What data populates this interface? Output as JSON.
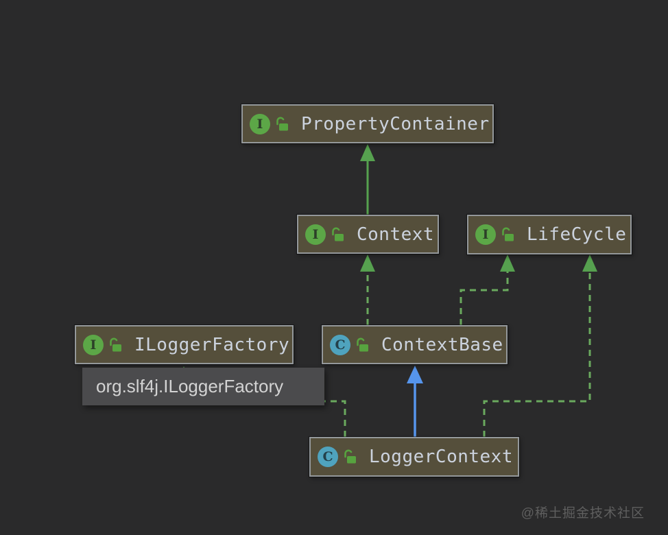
{
  "diagram": {
    "background_color": "#2a2a2b",
    "nodes": [
      {
        "id": "property-container",
        "label": "PropertyContainer",
        "kind": "interface",
        "icon_letter": "I",
        "modifier": "public-unlocked"
      },
      {
        "id": "context",
        "label": "Context",
        "kind": "interface",
        "icon_letter": "I",
        "modifier": "public-unlocked"
      },
      {
        "id": "life-cycle",
        "label": "LifeCycle",
        "kind": "interface",
        "icon_letter": "I",
        "modifier": "public-unlocked"
      },
      {
        "id": "ilogger-factory",
        "label": "ILoggerFactory",
        "kind": "interface",
        "icon_letter": "I",
        "modifier": "public-unlocked"
      },
      {
        "id": "context-base",
        "label": "ContextBase",
        "kind": "class",
        "icon_letter": "C",
        "modifier": "public-unlocked"
      },
      {
        "id": "logger-context",
        "label": "LoggerContext",
        "kind": "class",
        "icon_letter": "C",
        "modifier": "public-unlocked"
      }
    ],
    "edges": [
      {
        "from": "Context",
        "to": "PropertyContainer",
        "relation": "extends",
        "line": "solid",
        "color": "#56a14f"
      },
      {
        "from": "ContextBase",
        "to": "Context",
        "relation": "implements",
        "line": "dashed",
        "color": "#6aa95e"
      },
      {
        "from": "ContextBase",
        "to": "LifeCycle",
        "relation": "implements",
        "line": "dashed",
        "color": "#6aa95e"
      },
      {
        "from": "LoggerContext",
        "to": "ContextBase",
        "relation": "extends",
        "line": "solid",
        "color": "#5695ec"
      },
      {
        "from": "LoggerContext",
        "to": "ILoggerFactory",
        "relation": "implements",
        "line": "dashed",
        "color": "#6aa95e"
      },
      {
        "from": "LoggerContext",
        "to": "LifeCycle",
        "relation": "implements",
        "line": "dashed",
        "color": "#6aa95e"
      }
    ],
    "tooltip": {
      "text": "org.slf4j.ILoggerFactory",
      "background": "#4b4b4d"
    },
    "colors": {
      "node_fill": "#554f3b",
      "node_border": "#94989b",
      "node_text": "#ccd3de",
      "interface_icon": "#5ca747",
      "class_icon": "#4fa3be",
      "lock_icon": "#57a33f",
      "extends_arrow_green": "#56a14f",
      "extends_arrow_blue": "#5695ec",
      "implements_dash": "#6aa95e"
    }
  },
  "watermark": {
    "text": "@稀土掘金技术社区"
  }
}
